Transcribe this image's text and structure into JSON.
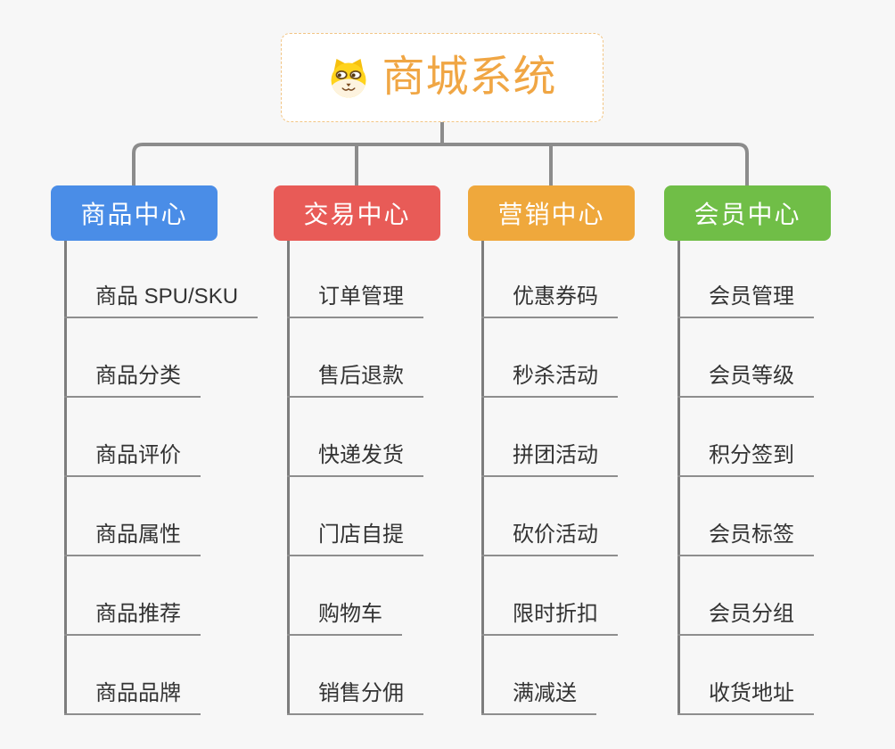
{
  "root": {
    "title": "商城系统",
    "icon": "shiba-dog-icon",
    "title_color": "#F0A644",
    "border_color": "#F2C584"
  },
  "colors": {
    "background": "#F7F7F7",
    "connector": "#8C8C8C",
    "leaf_text": "#333333",
    "leaf_underline": "#8E8E8E"
  },
  "branches": [
    {
      "id": "product-center",
      "label": "商品中心",
      "color": "#4A8DE7",
      "items": [
        "商品 SPU/SKU",
        "商品分类",
        "商品评价",
        "商品属性",
        "商品推荐",
        "商品品牌"
      ]
    },
    {
      "id": "trade-center",
      "label": "交易中心",
      "color": "#E85B57",
      "items": [
        "订单管理",
        "售后退款",
        "快递发货",
        "门店自提",
        "购物车",
        "销售分佣"
      ]
    },
    {
      "id": "marketing-center",
      "label": "营销中心",
      "color": "#EFA83C",
      "items": [
        "优惠券码",
        "秒杀活动",
        "拼团活动",
        "砍价活动",
        "限时折扣",
        "满减送"
      ]
    },
    {
      "id": "member-center",
      "label": "会员中心",
      "color": "#70BE47",
      "items": [
        "会员管理",
        "会员等级",
        "积分签到",
        "会员标签",
        "会员分组",
        "收货地址"
      ]
    }
  ]
}
